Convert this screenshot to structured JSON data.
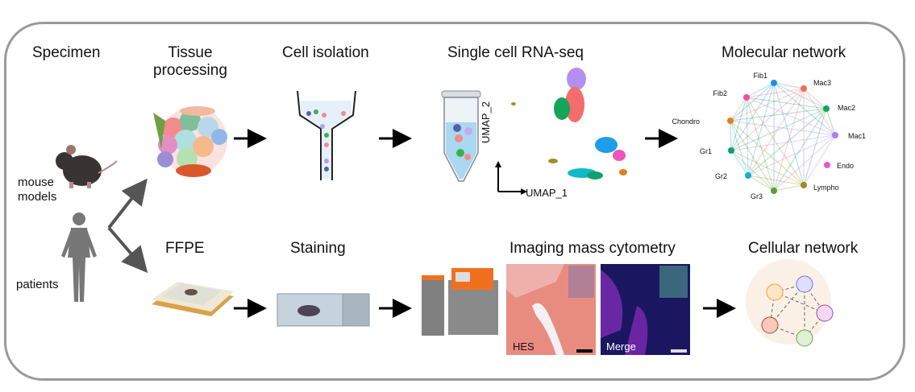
{
  "steps": {
    "specimen": "Specimen",
    "tissue_processing_1": "Tissue",
    "tissue_processing_2": "processing",
    "cell_isolation": "Cell isolation",
    "scrnaseq": "Single cell RNA-seq",
    "molecular_network": "Molecular network",
    "ffpe": "FFPE",
    "staining": "Staining",
    "imc": "Imaging mass cytometry",
    "cellular_network": "Cellular network"
  },
  "specimens": {
    "mouse_1": "mouse",
    "mouse_2": "models",
    "patients": "patients"
  },
  "umap": {
    "x_axis": "UMAP_1",
    "y_axis": "UMAP_2"
  },
  "imc_panels": {
    "left": "HES",
    "right": "Merge"
  },
  "network_nodes": [
    {
      "name": "Fib1",
      "color": "#1e90e0"
    },
    {
      "name": "Mac3",
      "color": "#f26b5b"
    },
    {
      "name": "Mac2",
      "color": "#16a35a"
    },
    {
      "name": "Mac1",
      "color": "#a77ff0"
    },
    {
      "name": "Endo",
      "color": "#ee55cc"
    },
    {
      "name": "Lympho",
      "color": "#a08a1a"
    },
    {
      "name": "Gr3",
      "color": "#5aa02c"
    },
    {
      "name": "Gr2",
      "color": "#10b0d0"
    },
    {
      "name": "Gr1",
      "color": "#10a070"
    },
    {
      "name": "Chondro",
      "color": "#e08020"
    },
    {
      "name": "Fib2",
      "color": "#f050a0"
    }
  ]
}
